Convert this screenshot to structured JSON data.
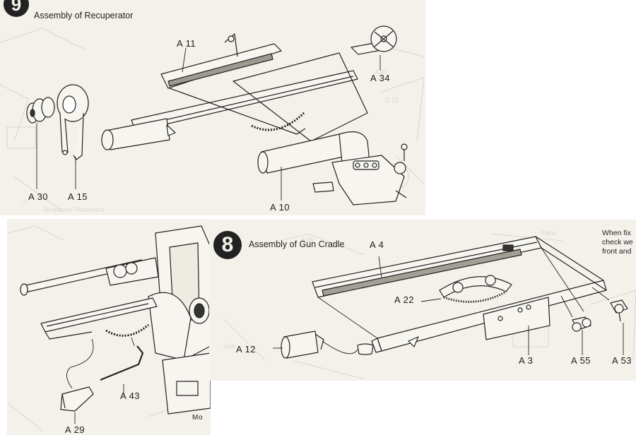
{
  "step9": {
    "number": "9",
    "title": "Assembly of Recuperator",
    "parts": [
      "A 11",
      "A 34",
      "A 30",
      "A 15",
      "A 10"
    ]
  },
  "step7": {
    "parts": [
      "A 43",
      "A 29"
    ],
    "caption_fragment": "Mo"
  },
  "step8": {
    "number": "8",
    "title": "Assembly of Gun Cradle",
    "parts": [
      "A 4",
      "A 22",
      "A 12",
      "A 3",
      "A 55",
      "A 53"
    ],
    "note_lines": [
      "When fix",
      "check we",
      "front and"
    ]
  },
  "colors": {
    "paper": "#f4f1ea",
    "ink": "#222222"
  }
}
